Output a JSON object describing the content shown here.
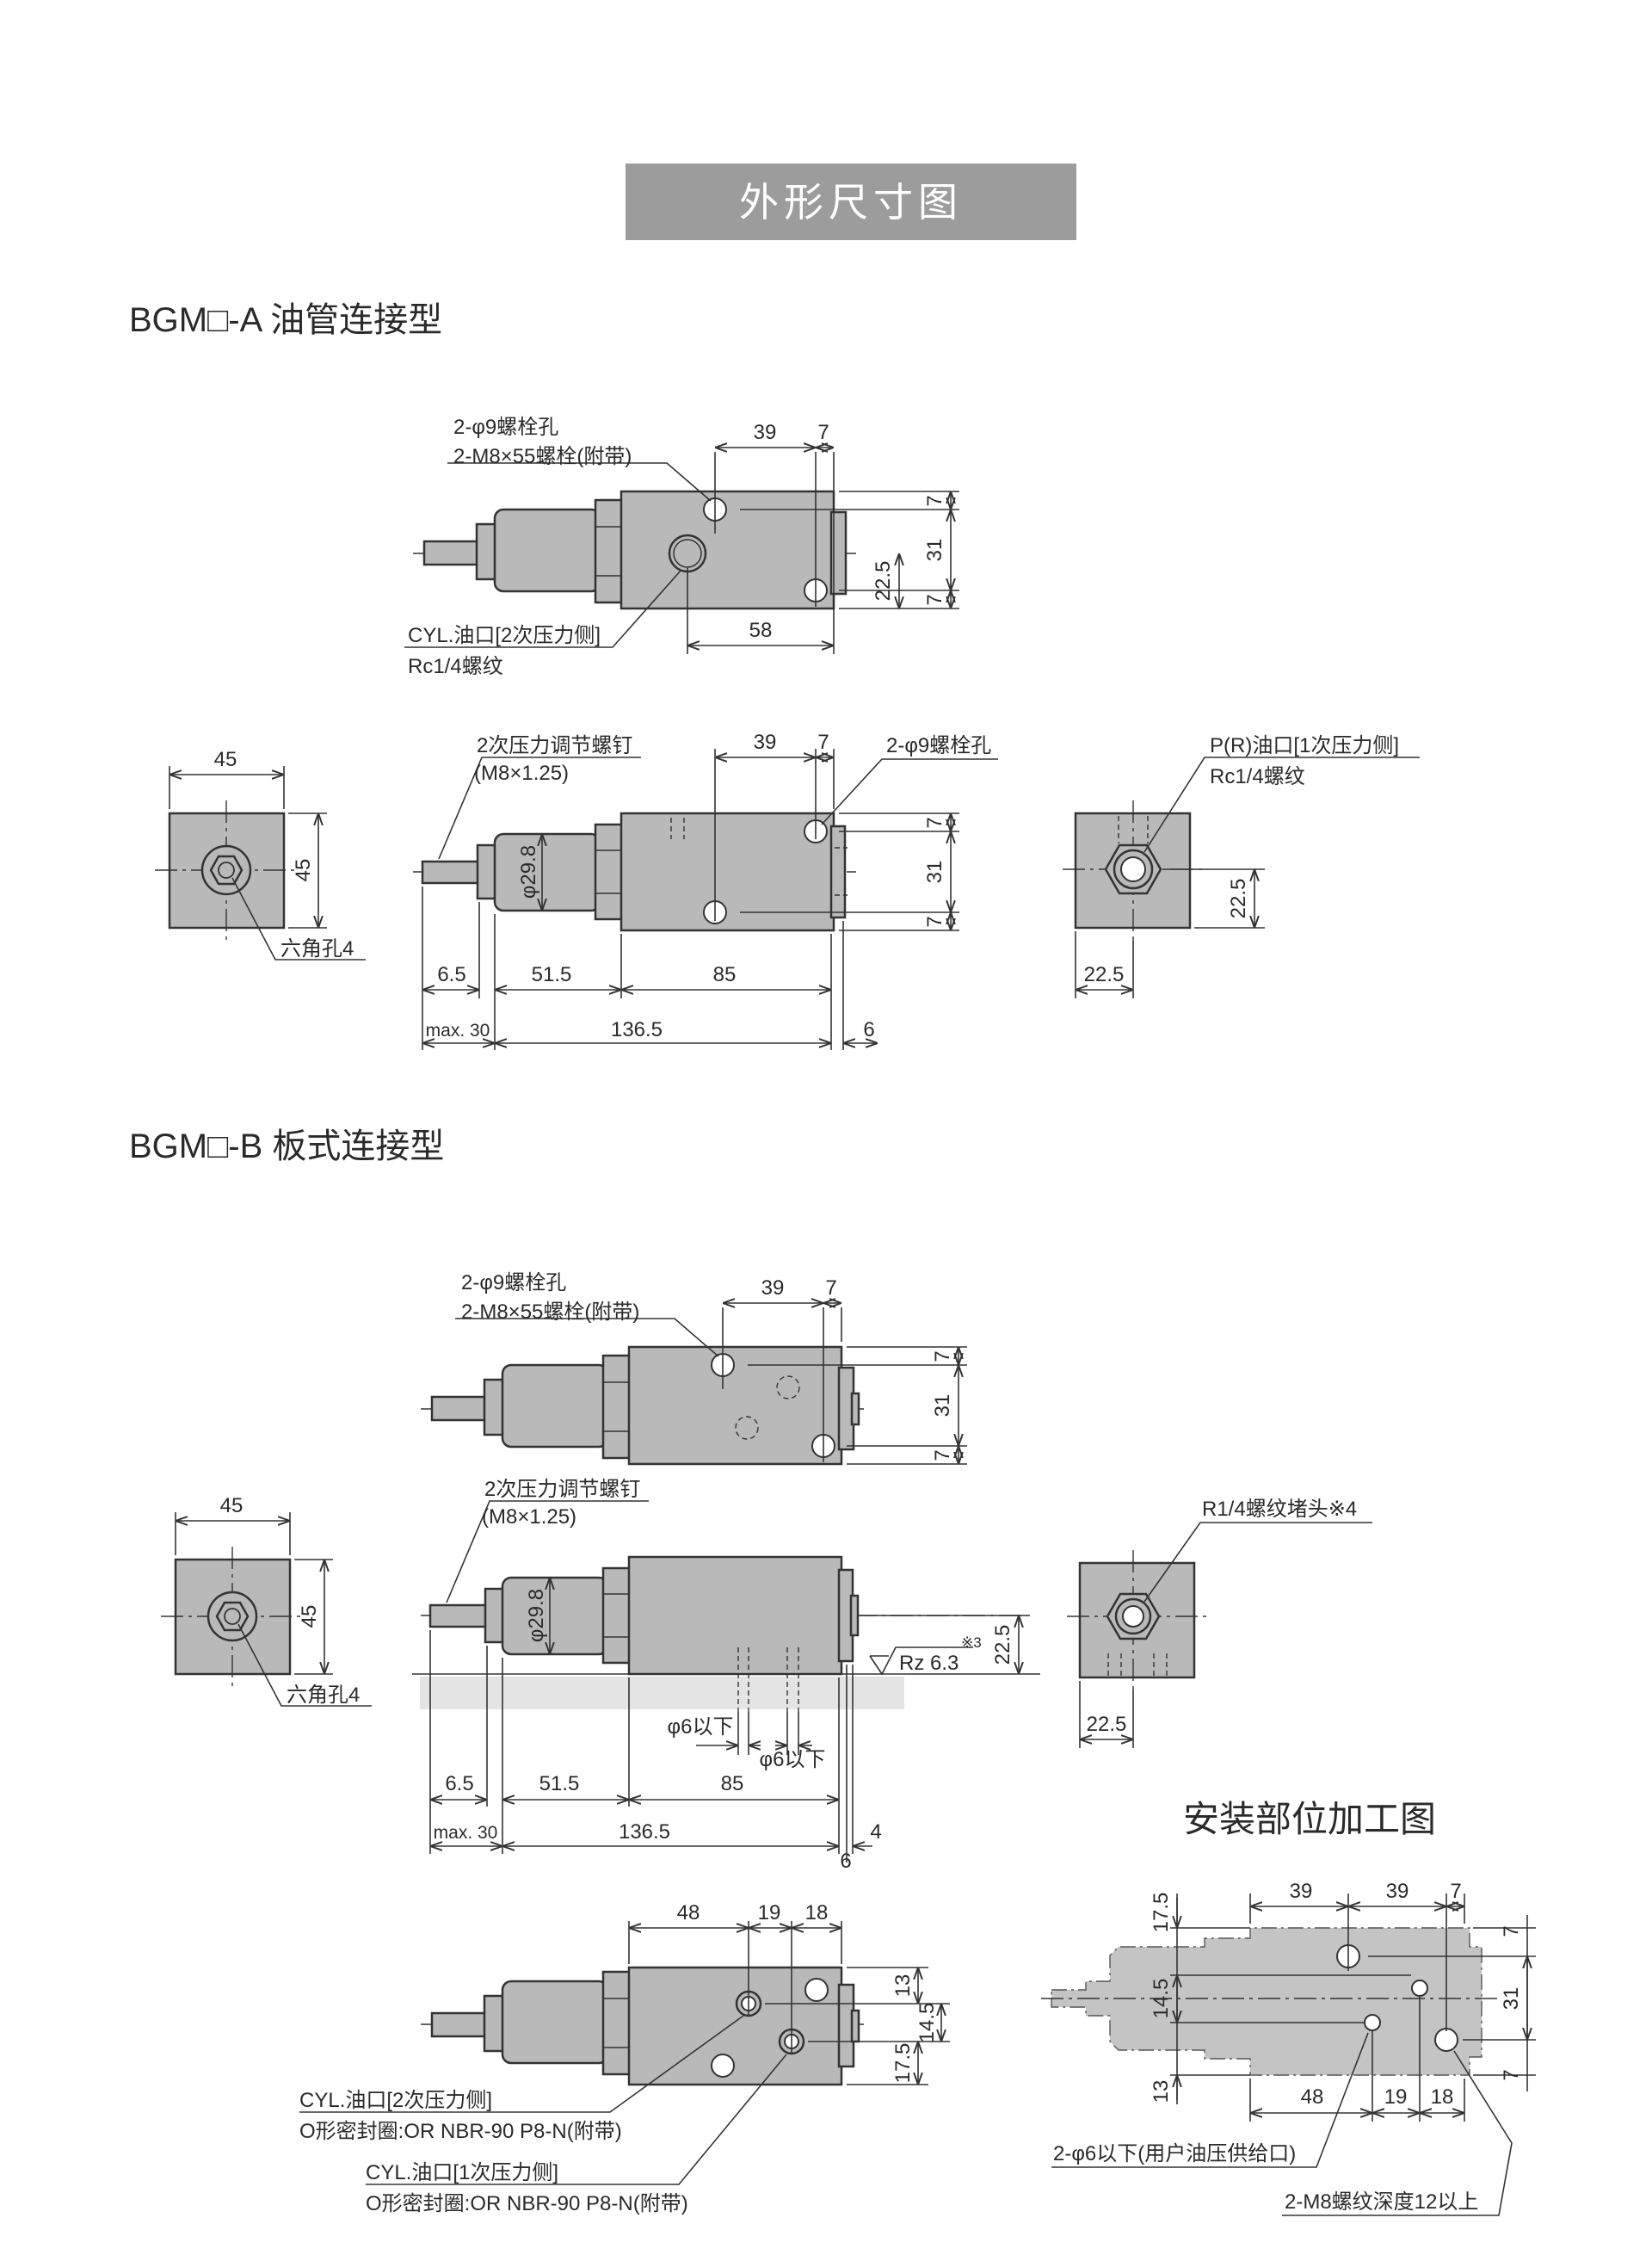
{
  "title": "外形尺寸图",
  "section_a": {
    "heading": "BGM□-A  油管连接型",
    "top_view": {
      "bolt_hole": "2-φ9螺栓孔",
      "bolt": "2-M8×55螺栓(附带)",
      "d39": "39",
      "d7": "7",
      "v7a": "7",
      "v31": "31",
      "v7b": "7",
      "v225": "22.5",
      "d58": "58",
      "cyl_port": "CYL.油口[2次压力侧]",
      "thread": "Rc1/4螺纹"
    },
    "end_view": {
      "w": "45",
      "h": "45",
      "hex": "六角孔4"
    },
    "side_view": {
      "screw": "2次压力调节螺钉",
      "screw_spec": "(M8×1.25)",
      "d39": "39",
      "d7": "7",
      "bolt_hole": "2-φ9螺栓孔",
      "dia": "φ29.8",
      "v7a": "7",
      "v31": "31",
      "v7b": "7",
      "d65": "6.5",
      "d515": "51.5",
      "d85": "85",
      "max30": "max. 30",
      "d1365": "136.5",
      "d6": "6"
    },
    "port_view": {
      "port": "P(R)油口[1次压力侧]",
      "thread": "Rc1/4螺纹",
      "v225": "22.5",
      "h225": "22.5"
    }
  },
  "section_b": {
    "heading": "BGM□-B  板式连接型",
    "top_view": {
      "bolt_hole": "2-φ9螺栓孔",
      "bolt": "2-M8×55螺栓(附带)",
      "d39": "39",
      "d7": "7",
      "v7a": "7",
      "v31": "31",
      "v7b": "7"
    },
    "end_view": {
      "w": "45",
      "h": "45",
      "hex": "六角孔4"
    },
    "side_view": {
      "screw": "2次压力调节螺钉",
      "screw_spec": "(M8×1.25)",
      "dia": "φ29.8",
      "roughness": "Rz 6.3",
      "note3": "※3",
      "v225": "22.5",
      "phi6a": "φ6以下",
      "phi6b": "φ6以下",
      "d65": "6.5",
      "d515": "51.5",
      "d85": "85",
      "max30": "max. 30",
      "d1365": "136.5",
      "d4": "4",
      "d6": "6"
    },
    "plug_view": {
      "plug": "R1/4螺纹堵头※4",
      "h225": "22.5"
    },
    "bottom_view": {
      "d48": "48",
      "d19": "19",
      "d18": "18",
      "v13": "13",
      "v145": "14.5",
      "v175": "17.5",
      "cyl2": "CYL.油口[2次压力侧]",
      "oring2": "O形密封圈:OR NBR-90 P8-N(附带)",
      "cyl1": "CYL.油口[1次压力侧]",
      "oring1": "O形密封圈:OR NBR-90 P8-N(附带)"
    }
  },
  "install": {
    "heading": "安装部位加工图",
    "d39a": "39",
    "d39b": "39",
    "d7": "7",
    "v175": "17.5",
    "v145": "14.5",
    "v13": "13",
    "v7a": "7",
    "v31": "31",
    "v7b": "7",
    "d48": "48",
    "d19": "19",
    "d18": "18",
    "supply": "2-φ6以下(用户油压供给口)",
    "thread": "2-M8螺纹深度12以上"
  }
}
